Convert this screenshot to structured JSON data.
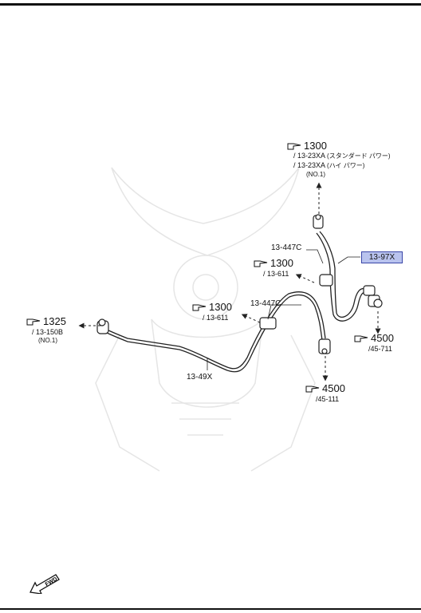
{
  "refs": {
    "r1300_top": {
      "num": "1300",
      "line1": "/ 13-23XA",
      "line1_jp": "(スタンダード パワー)",
      "line2": "/ 13-23XA",
      "line2_jp": "(ハイ パワー)",
      "line3": "(NO.1)"
    },
    "r1300_mid": {
      "num": "1300",
      "sub": "/ 13-611"
    },
    "r1300_left": {
      "num": "1300",
      "sub": "/ 13-611"
    },
    "r1325": {
      "num": "1325",
      "sub": "/ 13-150B",
      "sub2": "(NO.1)"
    },
    "r4500_right": {
      "num": "4500",
      "sub": "/45-711"
    },
    "r4500_bottom": {
      "num": "4500",
      "sub": "/45-111"
    }
  },
  "parts": {
    "p447c_top": "13-447C",
    "p447c_mid": "13-447C",
    "p97x": "13-97X",
    "p49x": "13-49X"
  },
  "fwd": "FWD",
  "colors": {
    "highlight": "#b9c3ee",
    "highlight_border": "#3a46a8",
    "line": "#222222"
  }
}
